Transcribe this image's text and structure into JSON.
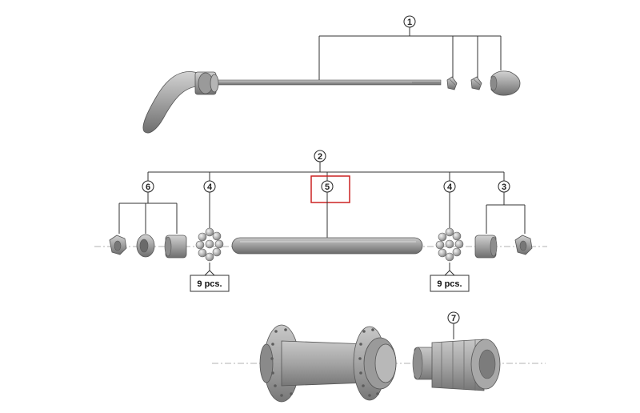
{
  "diagram": {
    "callouts": {
      "c1": "1",
      "c2": "2",
      "c3": "3",
      "c4a": "4",
      "c4b": "4",
      "c5": "5",
      "c6": "6",
      "c7": "7"
    },
    "quantity_labels": {
      "left": "9 pcs.",
      "right": "9 pcs."
    },
    "highlighted_callout": "5",
    "colors": {
      "line": "#333333",
      "part_fill": "#9a9a9a",
      "part_dark": "#6f6f6f",
      "part_light": "#c8c8c8",
      "highlight": "#cc2222"
    }
  }
}
